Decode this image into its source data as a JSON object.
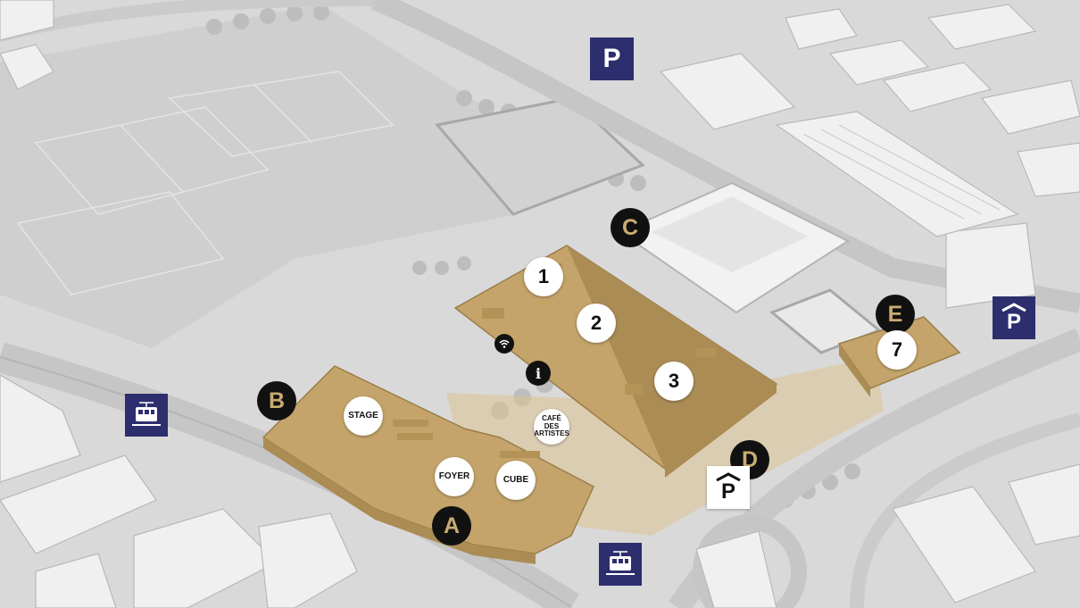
{
  "map": {
    "colors": {
      "ground": "#d9d9d9",
      "field": "#cfcfcf",
      "building": "#f0f0f0",
      "venue": "#c4a46a",
      "venue_light": "#dcc28f",
      "marker_dark": "#111111",
      "marker_gold": "#c9ab72",
      "parking_navy": "#2d2e6e"
    },
    "entrances": [
      {
        "id": "A",
        "label": "A"
      },
      {
        "id": "B",
        "label": "B"
      },
      {
        "id": "C",
        "label": "C"
      },
      {
        "id": "D",
        "label": "D"
      },
      {
        "id": "E",
        "label": "E"
      }
    ],
    "halls": [
      {
        "id": "1",
        "label": "1"
      },
      {
        "id": "2",
        "label": "2"
      },
      {
        "id": "3",
        "label": "3"
      },
      {
        "id": "7",
        "label": "7"
      }
    ],
    "venues": {
      "stage": "STAGE",
      "foyer": "FOYER",
      "cube": "CUBE",
      "cafe": "CAFÉ DES ARTISTES"
    },
    "services": {
      "info": "i",
      "info_icon": "info-icon",
      "wifi_icon": "wifi-icon"
    },
    "parking": {
      "label": "P",
      "open_icon": "parking-icon",
      "covered_icon": "covered-parking-icon"
    },
    "tram_icon": "tram-icon"
  }
}
